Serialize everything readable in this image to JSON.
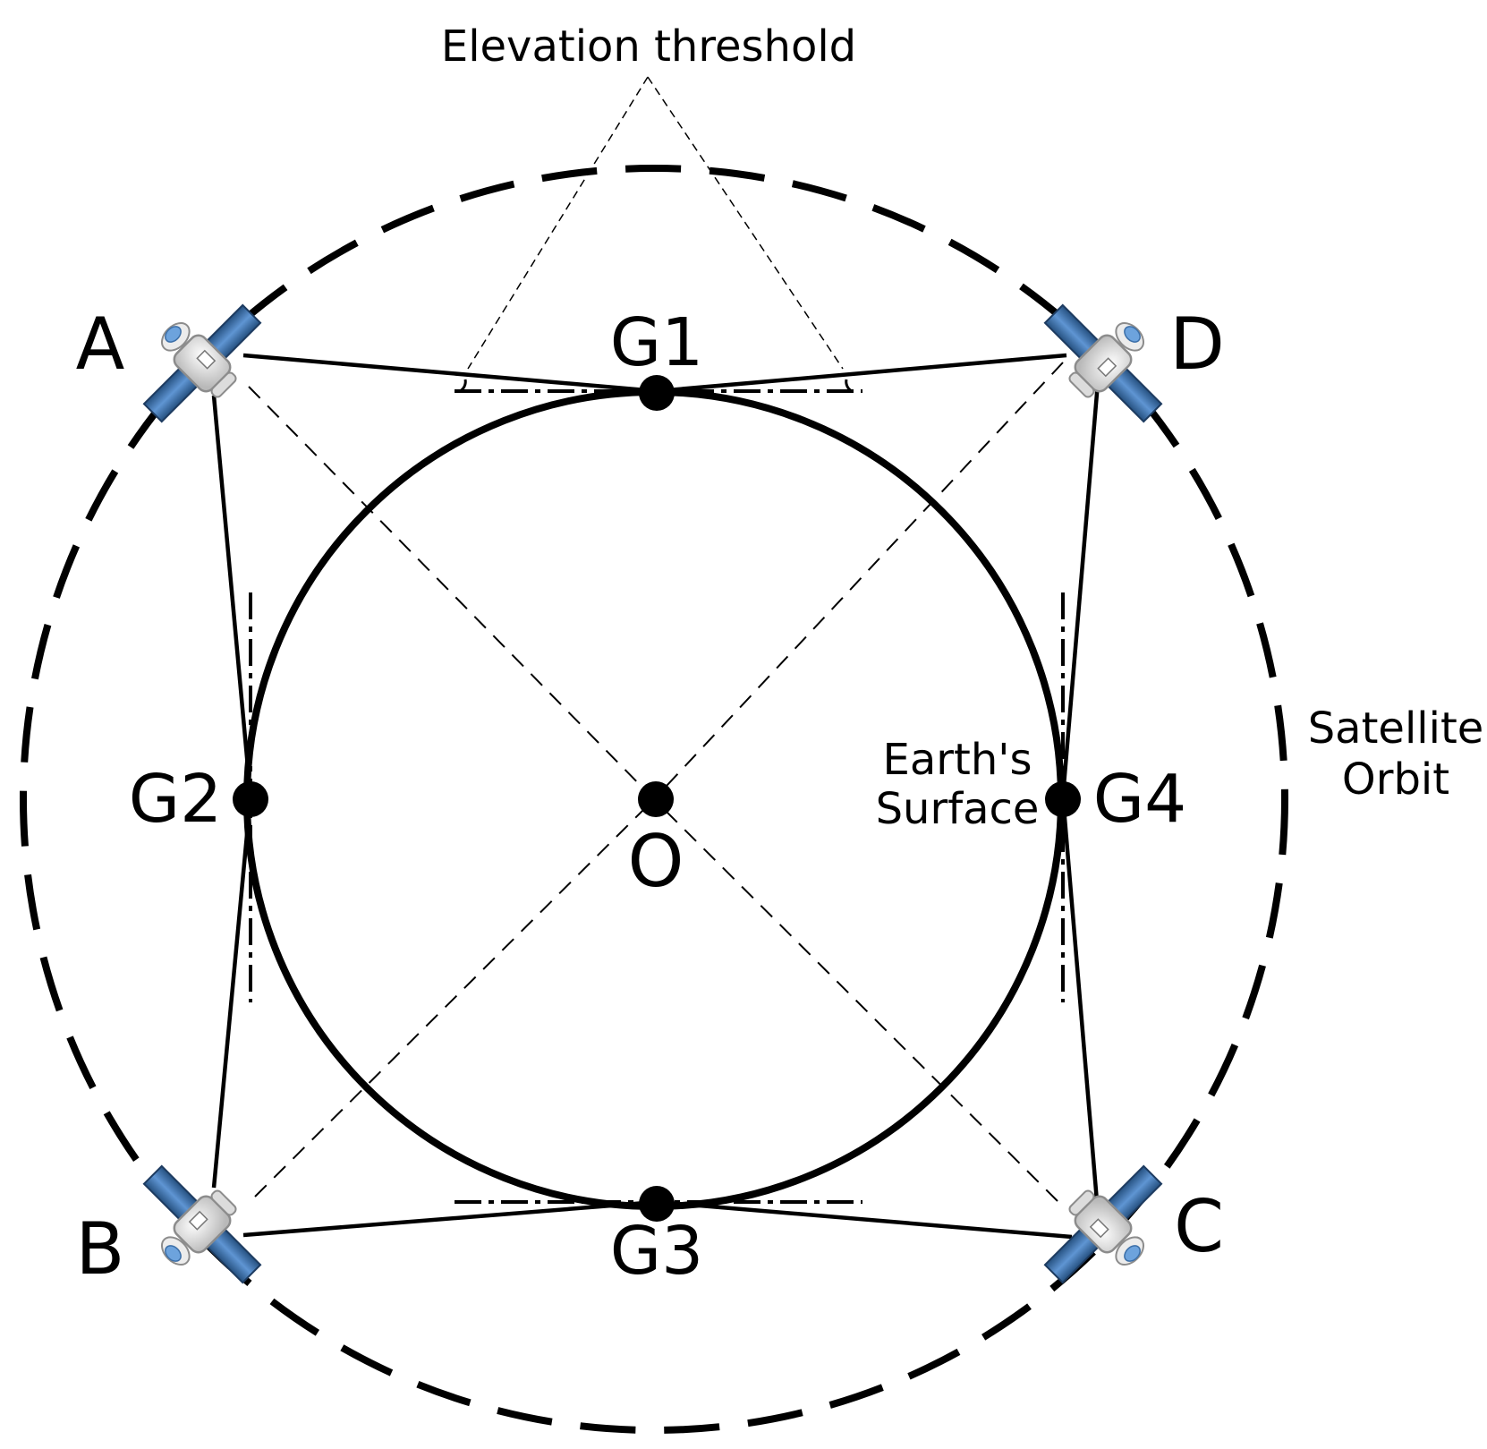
{
  "diagram": {
    "annotations": {
      "elevation_threshold": "Elevation threshold",
      "earth_surface_line1": "Earth's",
      "earth_surface_line2": "Surface",
      "orbit_line1": "Satellite",
      "orbit_line2": "Orbit"
    },
    "satellites": [
      {
        "id": "A",
        "label": "A"
      },
      {
        "id": "B",
        "label": "B"
      },
      {
        "id": "C",
        "label": "C"
      },
      {
        "id": "D",
        "label": "D"
      }
    ],
    "ground_stations": [
      {
        "id": "G1",
        "label": "G1"
      },
      {
        "id": "G2",
        "label": "G2"
      },
      {
        "id": "G3",
        "label": "G3"
      },
      {
        "id": "G4",
        "label": "G4"
      }
    ],
    "center": {
      "label": "O"
    },
    "colors": {
      "line": "#000000",
      "panel_dark": "#2f5f99",
      "panel_light": "#6aa0d8",
      "body": "#e6e6e6",
      "body_edge": "#9a9a9a",
      "accent": "#5a8fd0"
    }
  }
}
